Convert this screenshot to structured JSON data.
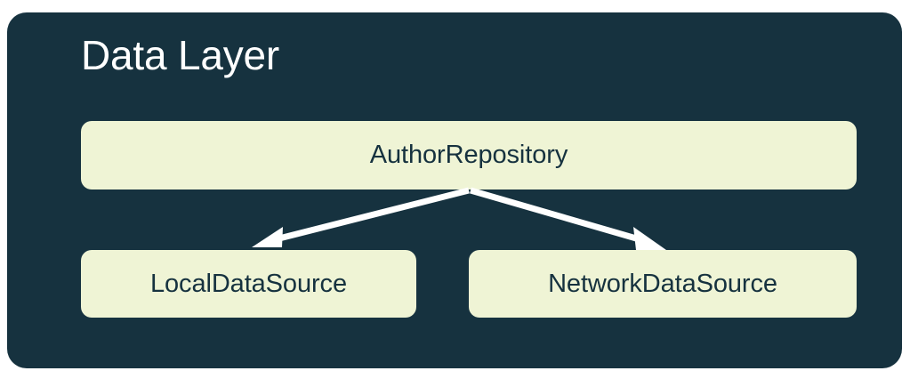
{
  "page": {
    "background_color": "#ffffff"
  },
  "panel": {
    "title": "Data Layer",
    "background_color": "#16323f",
    "title_color": "#ffffff"
  },
  "diagram": {
    "type": "hierarchy",
    "node_fill_color": "#eff4d5",
    "node_text_color": "#16323f",
    "arrow_color": "#ffffff",
    "nodes": [
      {
        "id": "author-repository",
        "label": "AuthorRepository",
        "level": 0
      },
      {
        "id": "local-data-source",
        "label": "LocalDataSource",
        "level": 1
      },
      {
        "id": "network-data-source",
        "label": "NetworkDataSource",
        "level": 1
      }
    ],
    "edges": [
      {
        "from": "author-repository",
        "to": "local-data-source",
        "style": "solid-arrow"
      },
      {
        "from": "author-repository",
        "to": "network-data-source",
        "style": "solid-arrow"
      }
    ]
  }
}
